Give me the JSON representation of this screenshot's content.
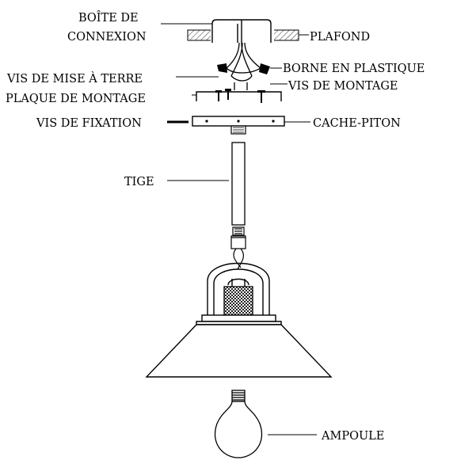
{
  "labels": {
    "junction_box_line1": "BOÎTE DE",
    "junction_box_line2": "CONNEXION",
    "ceiling": "PLAFOND",
    "plastic_connector": "BORNE  EN PLASTIQUE",
    "ground_screw": "VIS DE MISE À TERRE",
    "mounting_screw": "VIS DE MONTAGE",
    "mounting_plate": "PLAQUE DE MONTAGE",
    "set_screw": "VIS DE FIXATION",
    "canopy": "CACHE-PITON",
    "stem": "TIGE",
    "bulb": "AMPOULE"
  }
}
